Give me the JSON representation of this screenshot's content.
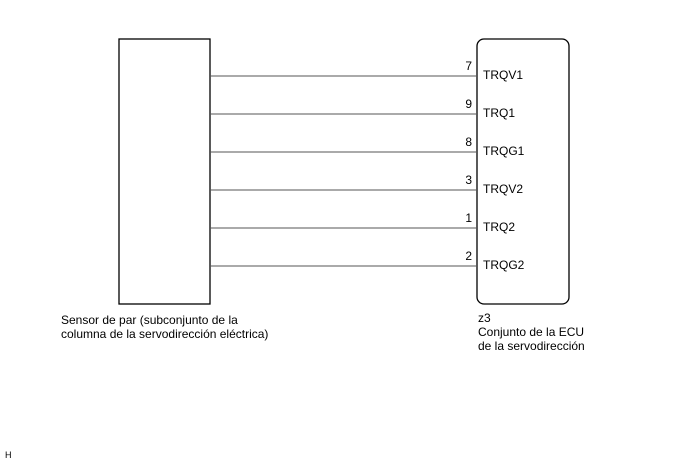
{
  "sensor": {
    "label_line1": "Sensor de par (subconjunto de la",
    "label_line2": "columna de la servodirección eléctrica)"
  },
  "ecu": {
    "connector": "z3",
    "label_line1": "Conjunto de la ECU",
    "label_line2": "de la servodirección"
  },
  "wires": [
    {
      "pin": "7",
      "signal": "TRQV1"
    },
    {
      "pin": "9",
      "signal": "TRQ1"
    },
    {
      "pin": "8",
      "signal": "TRQG1"
    },
    {
      "pin": "3",
      "signal": "TRQV2"
    },
    {
      "pin": "1",
      "signal": "TRQ2"
    },
    {
      "pin": "2",
      "signal": "TRQG2"
    }
  ],
  "figure_code": "H",
  "colors": {
    "line": "#000000",
    "wire": "#555555"
  }
}
